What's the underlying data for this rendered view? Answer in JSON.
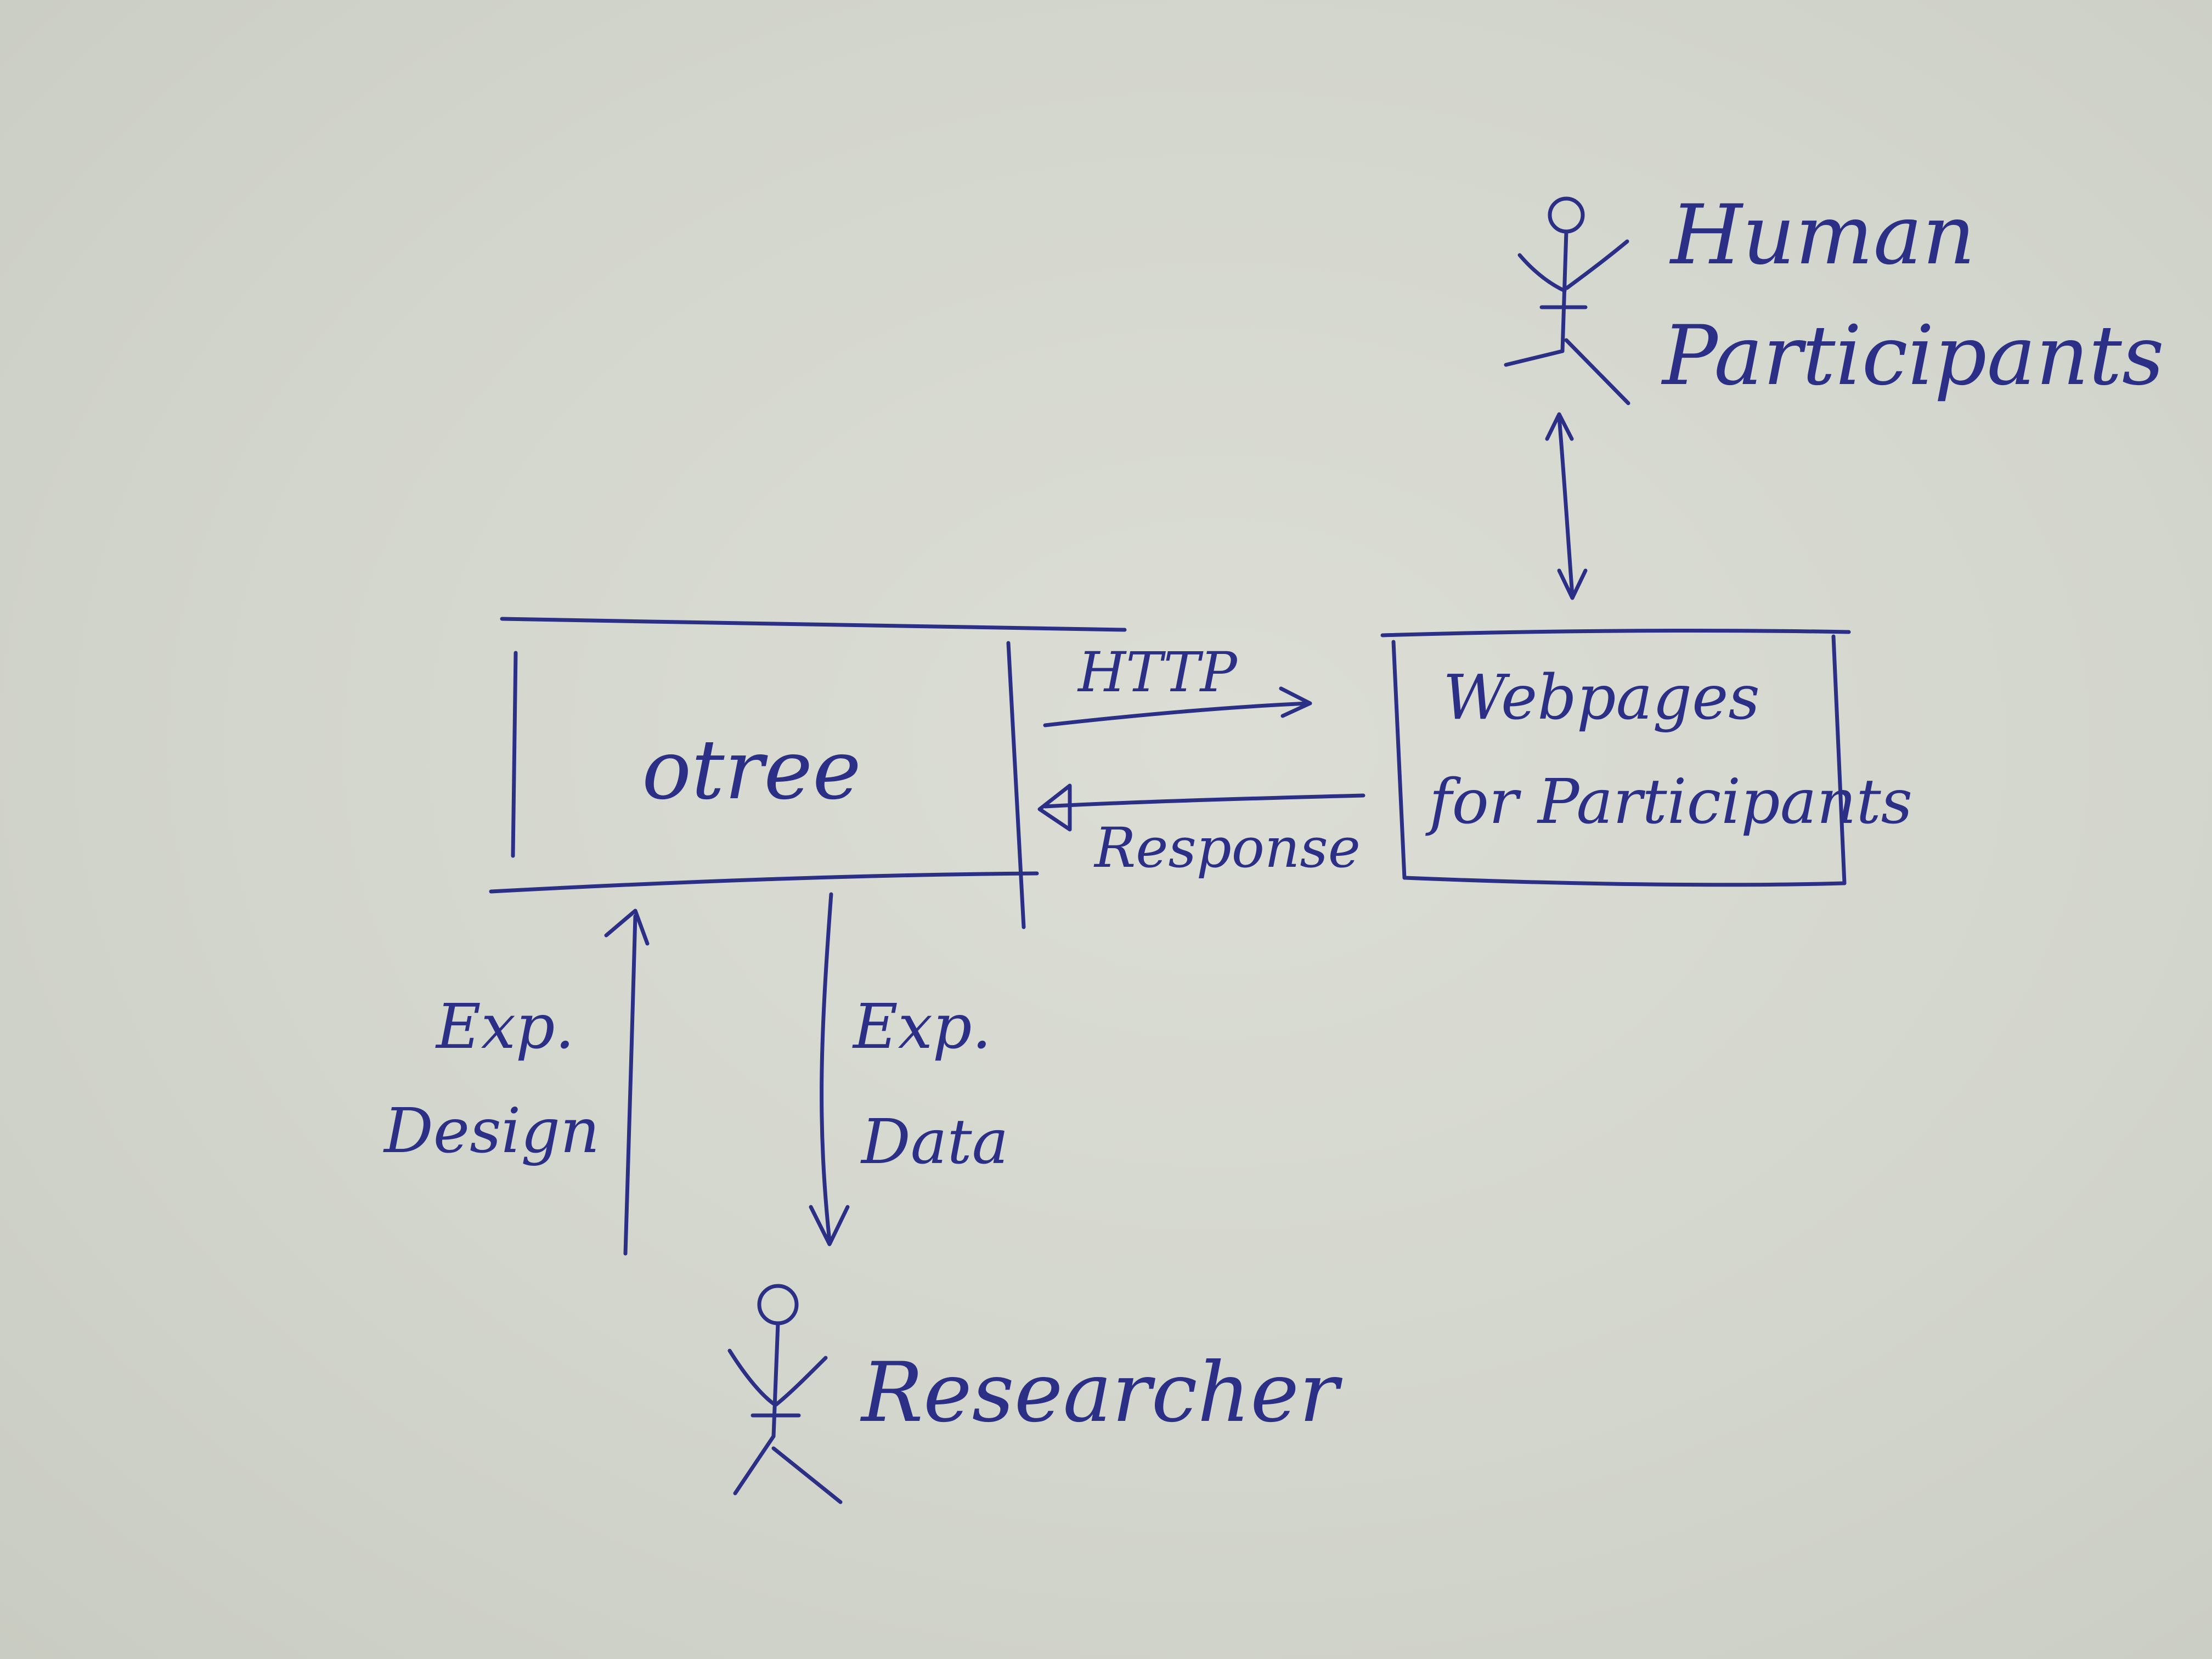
{
  "nodes": {
    "otree": {
      "label": "otree"
    },
    "webpages": {
      "line1": "Webpages",
      "line2": "for Participants"
    },
    "human_participants": {
      "line1": "Human",
      "line2": "Participants"
    },
    "researcher": {
      "label": "Researcher"
    }
  },
  "edges": {
    "http": {
      "label": "HTTP"
    },
    "response": {
      "label": "Response"
    },
    "exp_design": {
      "line1": "Exp.",
      "line2": "Design"
    },
    "exp_data": {
      "line1": "Exp.",
      "line2": "Data"
    }
  },
  "colors": {
    "ink": "#2b2f86",
    "paper": "#d6d9d0"
  }
}
